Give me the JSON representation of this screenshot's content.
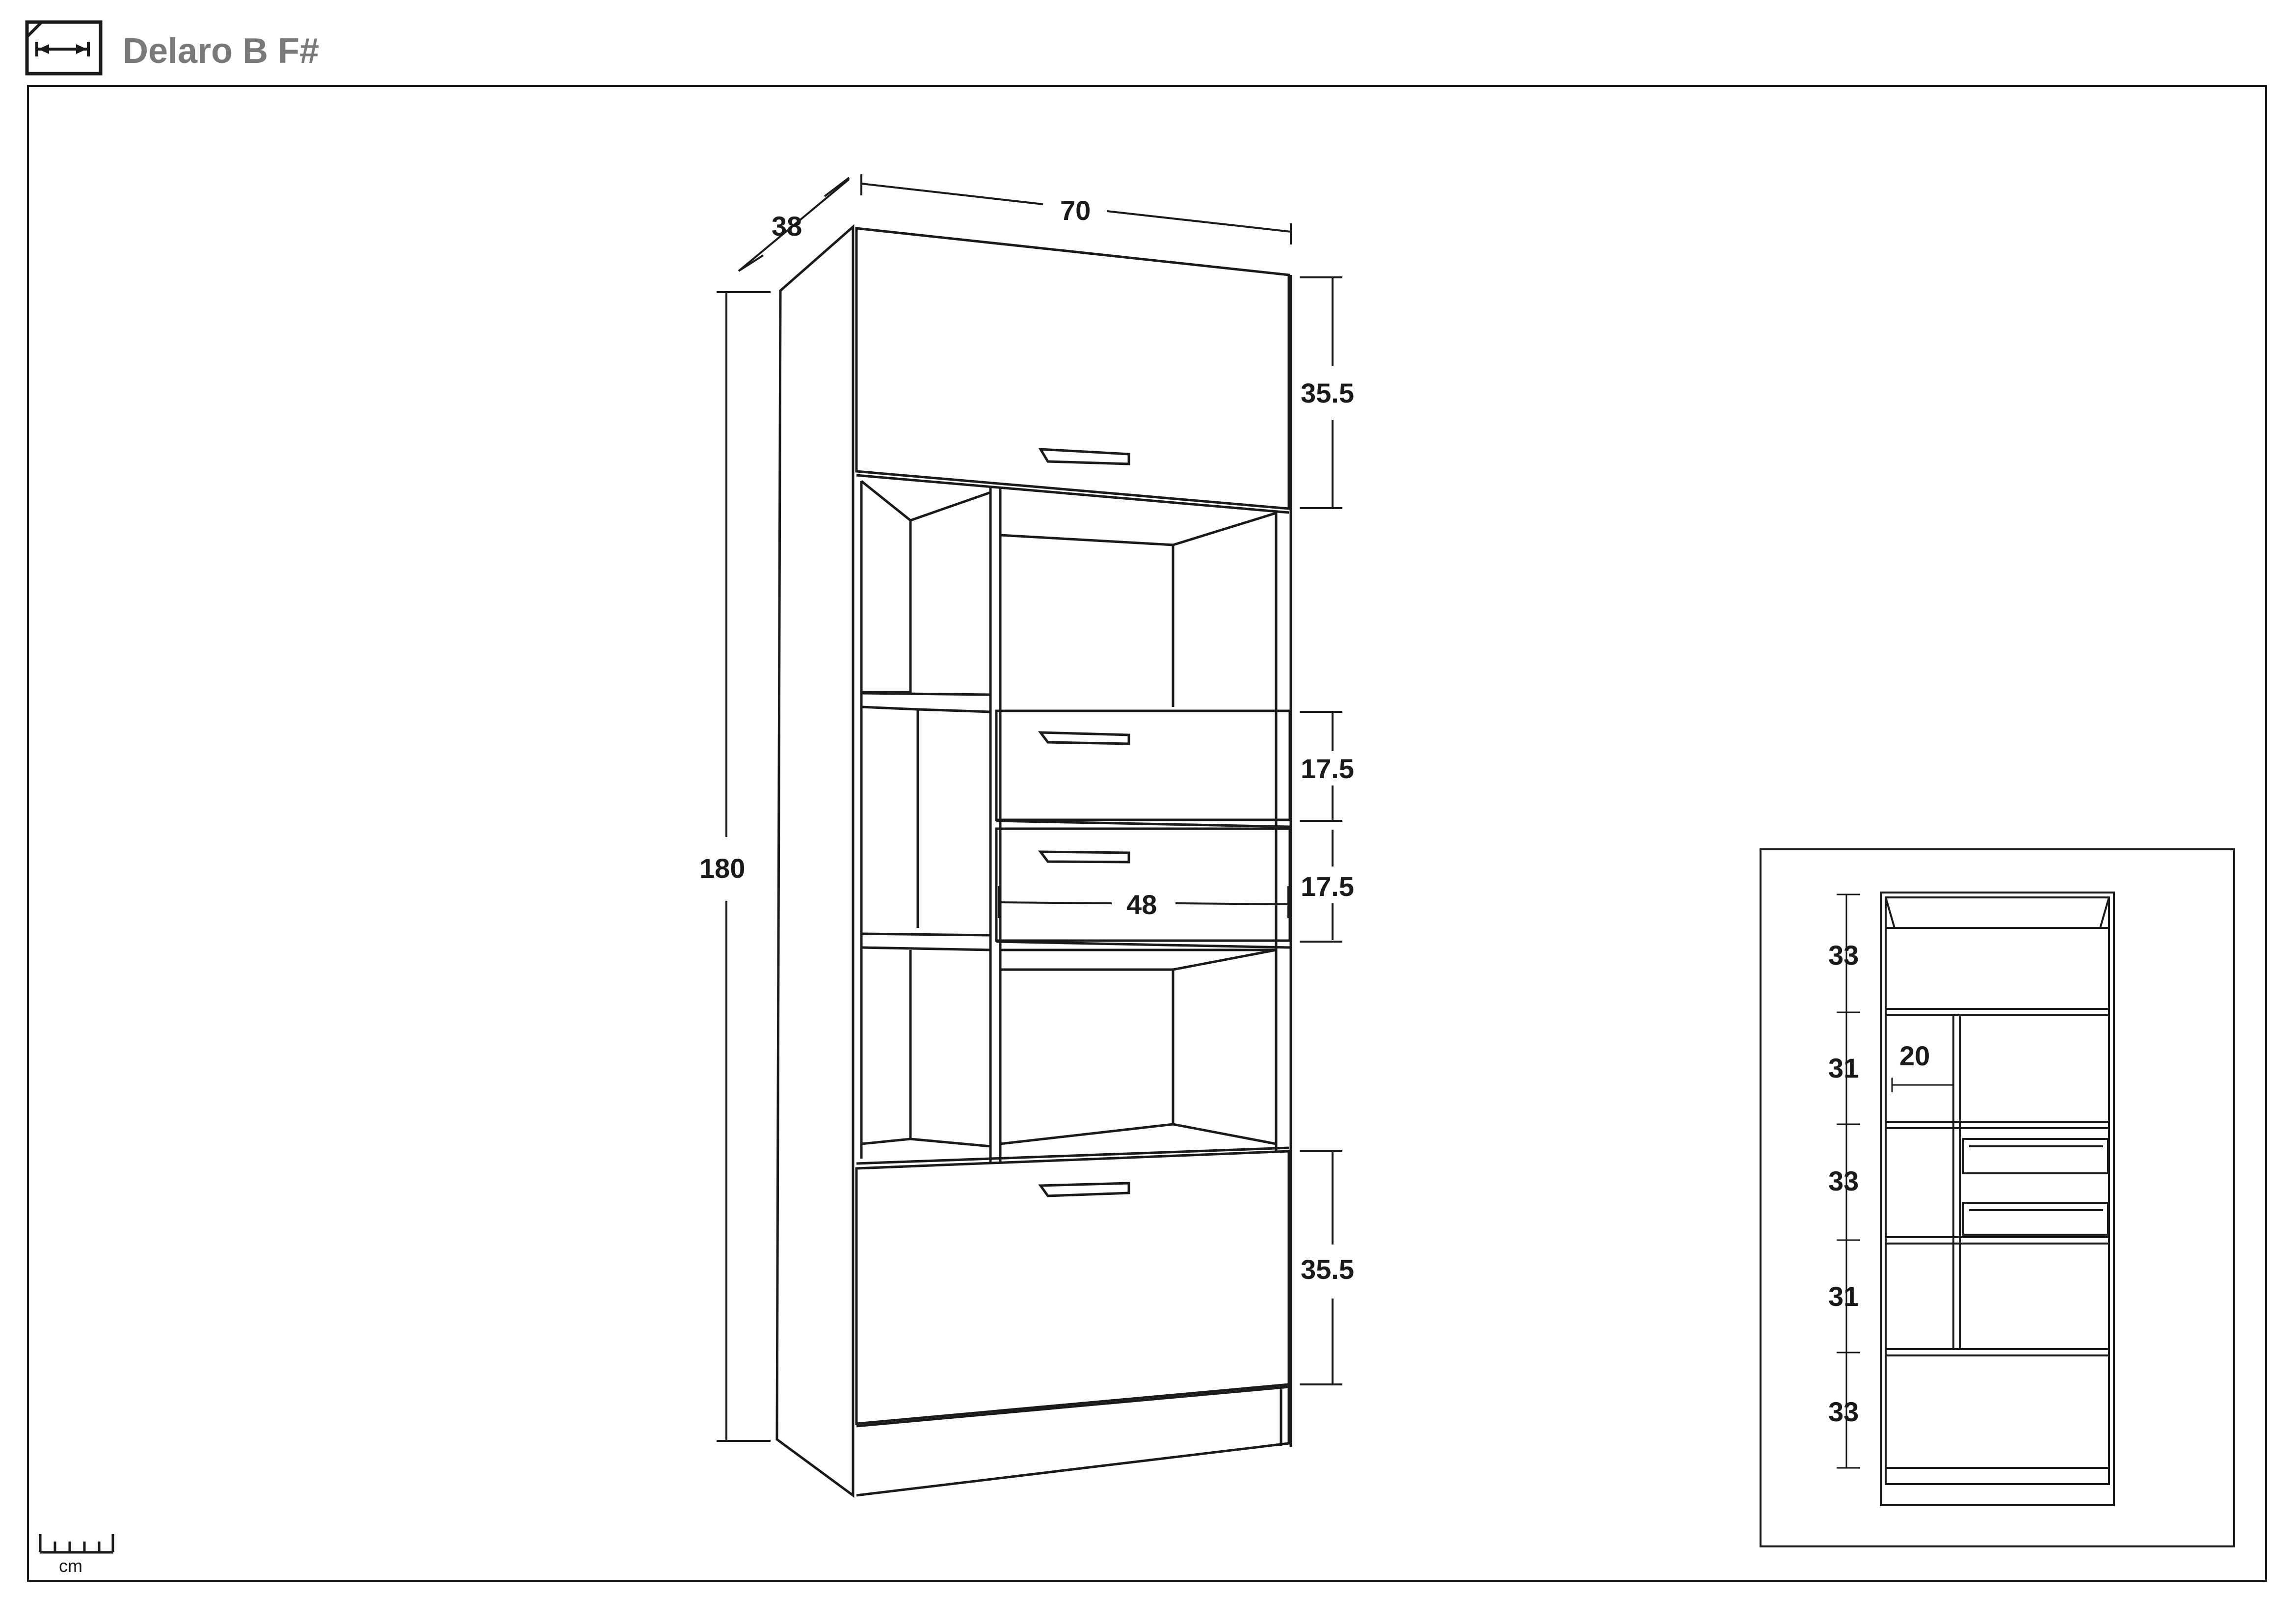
{
  "header": {
    "title": "Delaro B F#",
    "icon": "measure-icon"
  },
  "main_view": {
    "depth": "38",
    "width": "70",
    "height": "180",
    "top_door_height": "35.5",
    "drawer_1_height": "17.5",
    "drawer_2_height": "17.5",
    "drawer_width": "48",
    "bottom_door_height": "35.5"
  },
  "inset_view": {
    "compartments": [
      "33",
      "31",
      "33",
      "31",
      "33"
    ],
    "inner_width": "20"
  },
  "scale": {
    "unit": "cm",
    "icon": "ruler-icon"
  },
  "colors": {
    "line": "#1a1a1a",
    "title": "#7a7a7a"
  }
}
